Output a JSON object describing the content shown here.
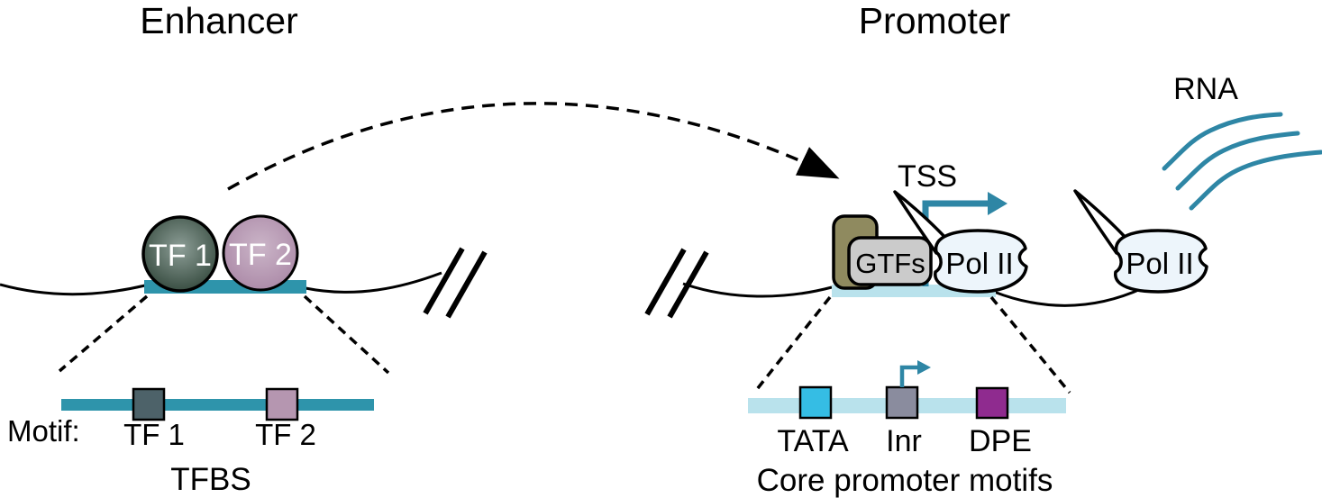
{
  "figure": {
    "description": "Schematic of enhancer-promoter gene regulation with transcription factors, general transcription factors, RNA polymerase II and core promoter motifs"
  },
  "colors": {
    "outline": "#000000",
    "teal_bar": "#2e94ab",
    "teal_accent": "#2e86a5",
    "pale_promoter_bar": "#b9e2ec",
    "tata_square": "#35bde4",
    "inr_square": "#8a8c9e",
    "dpe_square": "#8f2b8f",
    "tf1_square": "#4d6269",
    "tf2_square": "#b596b0",
    "tf1_sphere_center": "#8d9e97",
    "tf1_sphere_edge": "#34493d",
    "tf2_sphere_center": "#cbb5c8",
    "tf2_sphere_edge": "#ab89a7",
    "gtfs_fill": "#cbcbcb",
    "olive_fill": "#8f8a5f",
    "polii_fill": "#edf5fb"
  },
  "enhancer": {
    "title": "Enhancer",
    "tf1_label": "TF 1",
    "tf2_label": "TF 2",
    "motif_prefix": "Motif:",
    "motif_tf1_label": "TF 1",
    "motif_tf2_label": "TF 2",
    "caption": "TFBS"
  },
  "promoter": {
    "title": "Promoter",
    "gtfs_label": "GTFs",
    "polii_bound_label": "Pol II",
    "polii_free_label": "Pol II",
    "tss_label": "TSS",
    "rna_label": "RNA",
    "motif_tata_label": "TATA",
    "motif_inr_label": "Inr",
    "motif_dpe_label": "DPE",
    "caption": "Core promoter motifs"
  }
}
